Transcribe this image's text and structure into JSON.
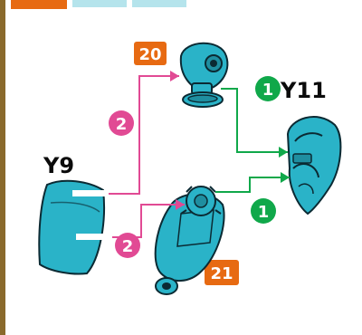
{
  "step_labels": {
    "header_badge_text": "",
    "part_20": "20",
    "part_21": "21"
  },
  "part_ids": {
    "y9": "Y9",
    "y11": "Y11"
  },
  "step_markers": {
    "pink_top": "2",
    "pink_bottom": "2",
    "green_top": "1",
    "green_bottom": "1"
  },
  "colors": {
    "border_brown": "#8a6a2c",
    "part_teal": "#2ab3c8",
    "part_teal_dark": "#1f8ea0",
    "outline": "#0b2a33",
    "badge_orange": "#e76a12",
    "arrow_pink": "#e14a94",
    "arrow_green": "#10a84a"
  }
}
